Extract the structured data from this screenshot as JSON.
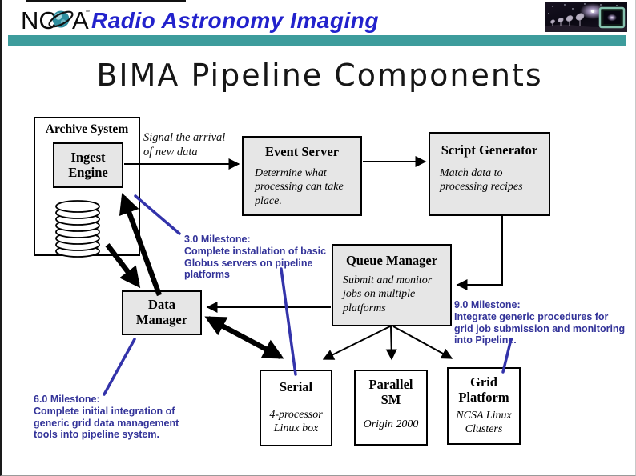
{
  "header": {
    "logo": {
      "left": "NC",
      "right": "A",
      "tm": "™"
    },
    "app_title": "Radio Astronomy Imaging"
  },
  "slide": {
    "title": "BIMA Pipeline Components"
  },
  "diagram": {
    "archive_system": {
      "label": "Archive System",
      "ingest_engine": "Ingest\nEngine"
    },
    "signal_note": "Signal the arrival\nof new data",
    "event_server": {
      "title": "Event Server",
      "desc": "Determine what\nprocessing can take\nplace."
    },
    "script_generator": {
      "title": "Script Generator",
      "desc": "Match data to\nprocessing recipes"
    },
    "queue_manager": {
      "title": "Queue Manager",
      "desc": "Submit and monitor\njobs on multiple\nplatforms"
    },
    "data_manager": {
      "title": "Data\nManager"
    },
    "serial": {
      "title": "Serial",
      "desc": "4-processor\nLinux box"
    },
    "parallel_sm": {
      "title": "Parallel\nSM",
      "desc": "Origin 2000"
    },
    "grid_platform": {
      "title": "Grid\nPlatform",
      "desc": "NCSA Linux\nClusters"
    }
  },
  "milestones": {
    "m3": "3.0 Milestone:\nComplete installation of basic\nGlobus servers on pipeline\nplatforms",
    "m6": "6.0 Milestone:\nComplete initial integration of\ngeneric grid data management\ntools into pipeline system.",
    "m9": "9.0 Milestone:\nIntegrate generic procedures for\ngrid job submission and monitoring\ninto Pipeline."
  },
  "colors": {
    "teal_bar": "#3d9c9c",
    "header_blue": "#2222cc",
    "milestone_blue": "#333399",
    "box_gray": "#e6e6e6",
    "arrow_black": "#000000",
    "callout_blue": "#3333aa"
  }
}
